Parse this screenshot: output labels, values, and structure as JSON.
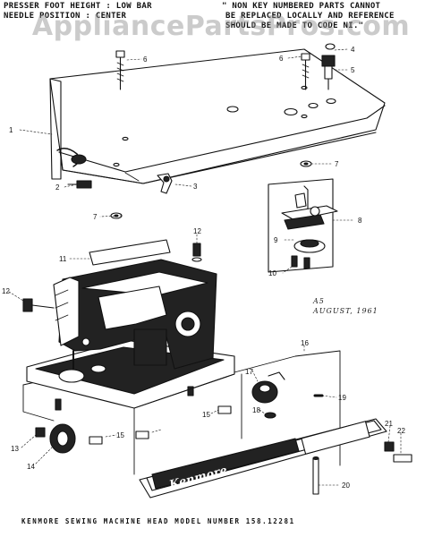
{
  "header": {
    "left_line1": "PRESSER FOOT HEIGHT : LOW BAR",
    "left_line2": "NEEDLE POSITION : CENTER",
    "right_line1": "\" NON KEY NUMBERED PARTS CANNOT",
    "right_line2": "BE REPLACED LOCALLY AND REFERENCE",
    "right_line3": "SHOULD BE MADE TO CODE NI.\""
  },
  "watermark": "AppliancePartsPros.com",
  "annotation": {
    "line1": "A5",
    "line2": "AUGUST, 1961"
  },
  "brand_plate": "Kenmore",
  "footer": "KENMORE SEWING MACHINE HEAD  MODEL NUMBER 158.12281",
  "parts": [
    {
      "id": "p1",
      "label": "1"
    },
    {
      "id": "p2",
      "label": "2"
    },
    {
      "id": "p3",
      "label": "3"
    },
    {
      "id": "p4",
      "label": "4"
    },
    {
      "id": "p5",
      "label": "5"
    },
    {
      "id": "p6a",
      "label": "6"
    },
    {
      "id": "p6b",
      "label": "6"
    },
    {
      "id": "p7a",
      "label": "7"
    },
    {
      "id": "p7b",
      "label": "7"
    },
    {
      "id": "p8",
      "label": "8"
    },
    {
      "id": "p9",
      "label": "9"
    },
    {
      "id": "p10",
      "label": "10"
    },
    {
      "id": "p11",
      "label": "11"
    },
    {
      "id": "p12a",
      "label": "12"
    },
    {
      "id": "p12b",
      "label": "12"
    },
    {
      "id": "p13",
      "label": "13"
    },
    {
      "id": "p14",
      "label": "14"
    },
    {
      "id": "p15a",
      "label": "15"
    },
    {
      "id": "p15b",
      "label": "15"
    },
    {
      "id": "p16",
      "label": "16"
    },
    {
      "id": "p17",
      "label": "17"
    },
    {
      "id": "p18",
      "label": "18"
    },
    {
      "id": "p19",
      "label": "19"
    },
    {
      "id": "p20",
      "label": "20"
    },
    {
      "id": "p21",
      "label": "21"
    },
    {
      "id": "p22",
      "label": "22"
    }
  ]
}
